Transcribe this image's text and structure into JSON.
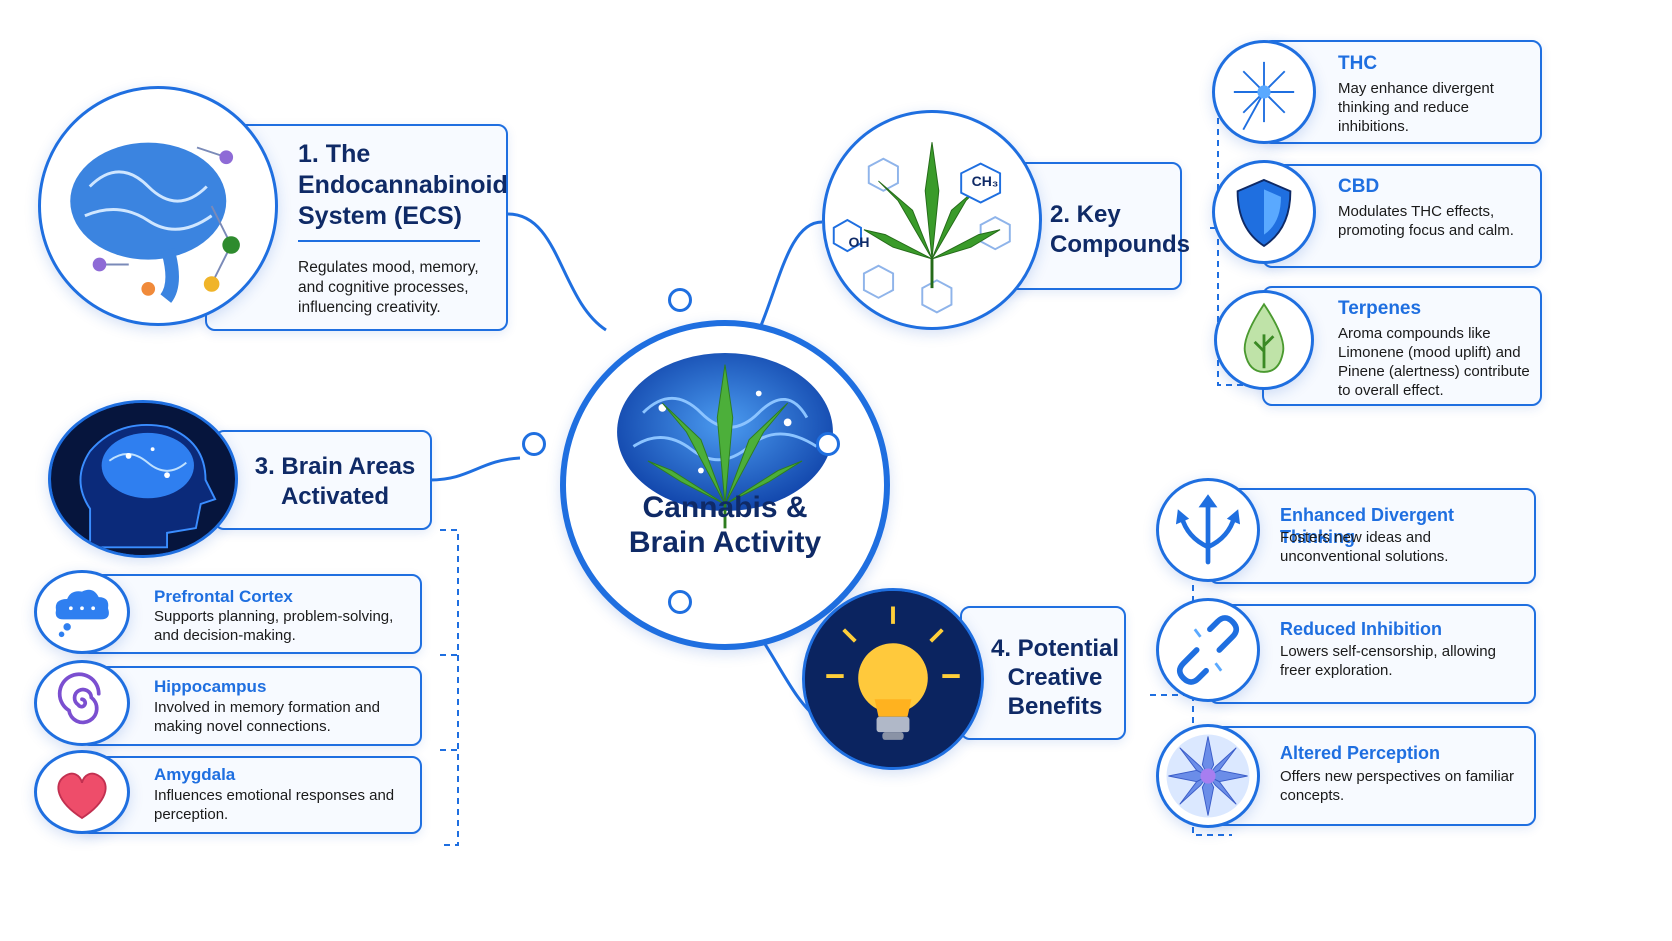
{
  "center": {
    "title_line1": "Cannabis &",
    "title_line2": "Brain Activity"
  },
  "ecs": {
    "title_lines": [
      "1. The",
      "Endocannabinoid",
      "System (ECS)"
    ],
    "description": "Regulates mood, memory, and cognitive processes, influencing creativity."
  },
  "compounds": {
    "title_lines": [
      "2. Key",
      "Compounds"
    ],
    "molecule_labels": {
      "oh": "OH",
      "ch3": "CH₃"
    },
    "items": [
      {
        "name": "THC",
        "description": "May enhance divergent thinking and reduce inhibitions.",
        "icon": "starburst-icon"
      },
      {
        "name": "CBD",
        "description": "Modulates THC effects, promoting focus and calm.",
        "icon": "shield-icon"
      },
      {
        "name": "Terpenes",
        "description": "Aroma compounds like Limonene (mood uplift) and Pinene (alertness) contribute to overall effect.",
        "icon": "leaf-drop-icon"
      }
    ]
  },
  "brain_areas": {
    "title_lines": [
      "3. Brain Areas",
      "Activated"
    ],
    "items": [
      {
        "name": "Prefrontal Cortex",
        "description": "Supports planning, problem-solving, and decision-making.",
        "icon": "thought-cloud-icon"
      },
      {
        "name": "Hippocampus",
        "description": "Involved in memory formation and making novel connections.",
        "icon": "spiral-icon"
      },
      {
        "name": "Amygdala",
        "description": "Influences emotional responses and perception.",
        "icon": "heart-icon"
      }
    ]
  },
  "benefits": {
    "title_lines": [
      "4. Potential",
      "Creative",
      "Benefits"
    ],
    "items": [
      {
        "name": "Enhanced Divergent Thinking",
        "description": "Fosters new ideas and unconventional solutions.",
        "icon": "diverging-arrows-icon"
      },
      {
        "name": "Reduced Inhibition",
        "description": "Lowers self-censorship, allowing freer exploration.",
        "icon": "broken-chain-icon"
      },
      {
        "name": "Altered Perception",
        "description": "Offers new perspectives on familiar concepts.",
        "icon": "mandala-icon"
      }
    ]
  },
  "colors": {
    "accent": "#1f6fe0",
    "title": "#0f2a66",
    "leaf": "#3a9b2a"
  }
}
